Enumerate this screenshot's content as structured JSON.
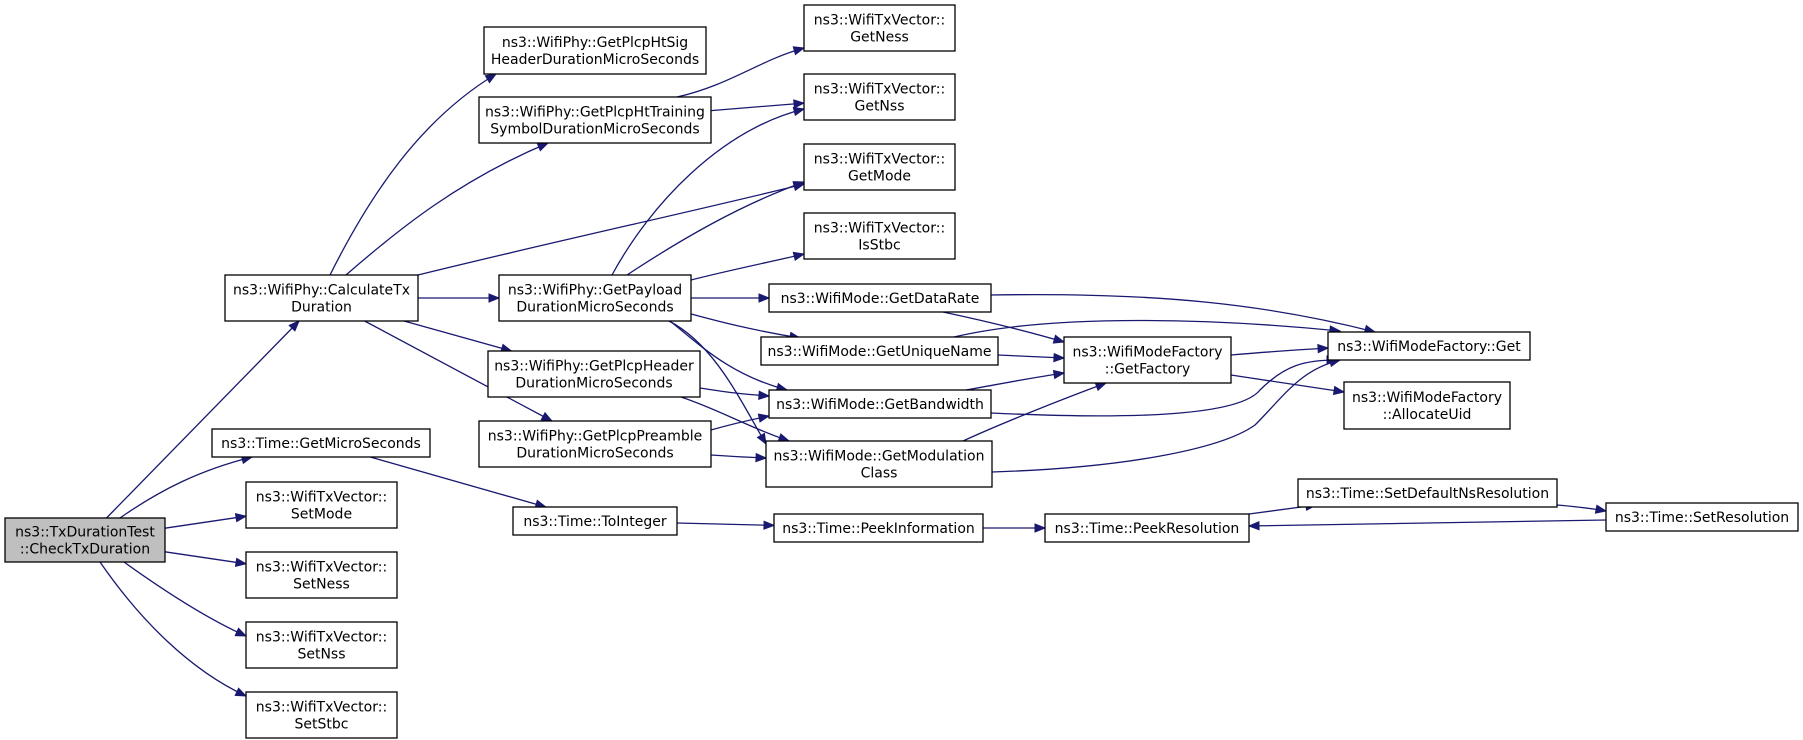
{
  "colors": {
    "edge": "#191970",
    "node_border": "#000000",
    "node_fill": "#ffffff",
    "root_fill": "#bfbfbf"
  },
  "nodes": [
    {
      "id": "check",
      "lines": [
        "ns3::TxDurationTest",
        "::CheckTxDuration"
      ],
      "root": true
    },
    {
      "id": "calc",
      "lines": [
        "ns3::WifiPhy::CalculateTx",
        "Duration"
      ]
    },
    {
      "id": "getmicro",
      "lines": [
        "ns3::Time::GetMicroSeconds"
      ]
    },
    {
      "id": "setmode",
      "lines": [
        "ns3::WifiTxVector::",
        "SetMode"
      ]
    },
    {
      "id": "setness",
      "lines": [
        "ns3::WifiTxVector::",
        "SetNess"
      ]
    },
    {
      "id": "setnss",
      "lines": [
        "ns3::WifiTxVector::",
        "SetNss"
      ]
    },
    {
      "id": "setstbc",
      "lines": [
        "ns3::WifiTxVector::",
        "SetStbc"
      ]
    },
    {
      "id": "htsig",
      "lines": [
        "ns3::WifiPhy::GetPlcpHtSig",
        "HeaderDurationMicroSeconds"
      ]
    },
    {
      "id": "httrain",
      "lines": [
        "ns3::WifiPhy::GetPlcpHtTraining",
        "SymbolDurationMicroSeconds"
      ]
    },
    {
      "id": "payload",
      "lines": [
        "ns3::WifiPhy::GetPayload",
        "DurationMicroSeconds"
      ]
    },
    {
      "id": "header",
      "lines": [
        "ns3::WifiPhy::GetPlcpHeader",
        "DurationMicroSeconds"
      ]
    },
    {
      "id": "preamble",
      "lines": [
        "ns3::WifiPhy::GetPlcpPreamble",
        "DurationMicroSeconds"
      ]
    },
    {
      "id": "tointeger",
      "lines": [
        "ns3::Time::ToInteger"
      ]
    },
    {
      "id": "getness",
      "lines": [
        "ns3::WifiTxVector::",
        "GetNess"
      ]
    },
    {
      "id": "getnss",
      "lines": [
        "ns3::WifiTxVector::",
        "GetNss"
      ]
    },
    {
      "id": "getmode",
      "lines": [
        "ns3::WifiTxVector::",
        "GetMode"
      ]
    },
    {
      "id": "isstbc",
      "lines": [
        "ns3::WifiTxVector::",
        "IsStbc"
      ]
    },
    {
      "id": "datarate",
      "lines": [
        "ns3::WifiMode::GetDataRate"
      ]
    },
    {
      "id": "uniquename",
      "lines": [
        "ns3::WifiMode::GetUniqueName"
      ]
    },
    {
      "id": "bandwidth",
      "lines": [
        "ns3::WifiMode::GetBandwidth"
      ]
    },
    {
      "id": "modclass",
      "lines": [
        "ns3::WifiMode::GetModulation",
        "Class"
      ]
    },
    {
      "id": "peekinfo",
      "lines": [
        "ns3::Time::PeekInformation"
      ]
    },
    {
      "id": "factory",
      "lines": [
        "ns3::WifiModeFactory",
        "::GetFactory"
      ]
    },
    {
      "id": "peekres",
      "lines": [
        "ns3::Time::PeekResolution"
      ]
    },
    {
      "id": "fget",
      "lines": [
        "ns3::WifiModeFactory::Get"
      ]
    },
    {
      "id": "alloc",
      "lines": [
        "ns3::WifiModeFactory",
        "::AllocateUid"
      ]
    },
    {
      "id": "setdefault",
      "lines": [
        "ns3::Time::SetDefaultNsResolution"
      ]
    },
    {
      "id": "setres",
      "lines": [
        "ns3::Time::SetResolution"
      ]
    }
  ],
  "edges": [
    {
      "from": "check",
      "to": "calc"
    },
    {
      "from": "check",
      "to": "getmicro"
    },
    {
      "from": "check",
      "to": "setmode"
    },
    {
      "from": "check",
      "to": "setness"
    },
    {
      "from": "check",
      "to": "setnss"
    },
    {
      "from": "check",
      "to": "setstbc"
    },
    {
      "from": "calc",
      "to": "htsig"
    },
    {
      "from": "calc",
      "to": "httrain"
    },
    {
      "from": "calc",
      "to": "getmode"
    },
    {
      "from": "calc",
      "to": "payload"
    },
    {
      "from": "calc",
      "to": "header"
    },
    {
      "from": "calc",
      "to": "preamble"
    },
    {
      "from": "getmicro",
      "to": "tointeger"
    },
    {
      "from": "httrain",
      "to": "getness"
    },
    {
      "from": "httrain",
      "to": "getnss"
    },
    {
      "from": "payload",
      "to": "getnss"
    },
    {
      "from": "payload",
      "to": "getmode"
    },
    {
      "from": "payload",
      "to": "isstbc"
    },
    {
      "from": "payload",
      "to": "datarate"
    },
    {
      "from": "payload",
      "to": "uniquename"
    },
    {
      "from": "payload",
      "to": "bandwidth"
    },
    {
      "from": "payload",
      "to": "modclass"
    },
    {
      "from": "header",
      "to": "bandwidth"
    },
    {
      "from": "header",
      "to": "modclass"
    },
    {
      "from": "preamble",
      "to": "bandwidth"
    },
    {
      "from": "preamble",
      "to": "modclass"
    },
    {
      "from": "tointeger",
      "to": "peekinfo"
    },
    {
      "from": "datarate",
      "to": "fget"
    },
    {
      "from": "datarate",
      "to": "factory"
    },
    {
      "from": "uniquename",
      "to": "fget"
    },
    {
      "from": "uniquename",
      "to": "factory"
    },
    {
      "from": "bandwidth",
      "to": "factory"
    },
    {
      "from": "bandwidth",
      "to": "fget"
    },
    {
      "from": "modclass",
      "to": "factory"
    },
    {
      "from": "modclass",
      "to": "fget"
    },
    {
      "from": "factory",
      "to": "fget"
    },
    {
      "from": "factory",
      "to": "alloc"
    },
    {
      "from": "peekinfo",
      "to": "peekres"
    },
    {
      "from": "peekres",
      "to": "setdefault"
    },
    {
      "from": "setdefault",
      "to": "setres"
    },
    {
      "from": "setres",
      "to": "peekres"
    }
  ]
}
